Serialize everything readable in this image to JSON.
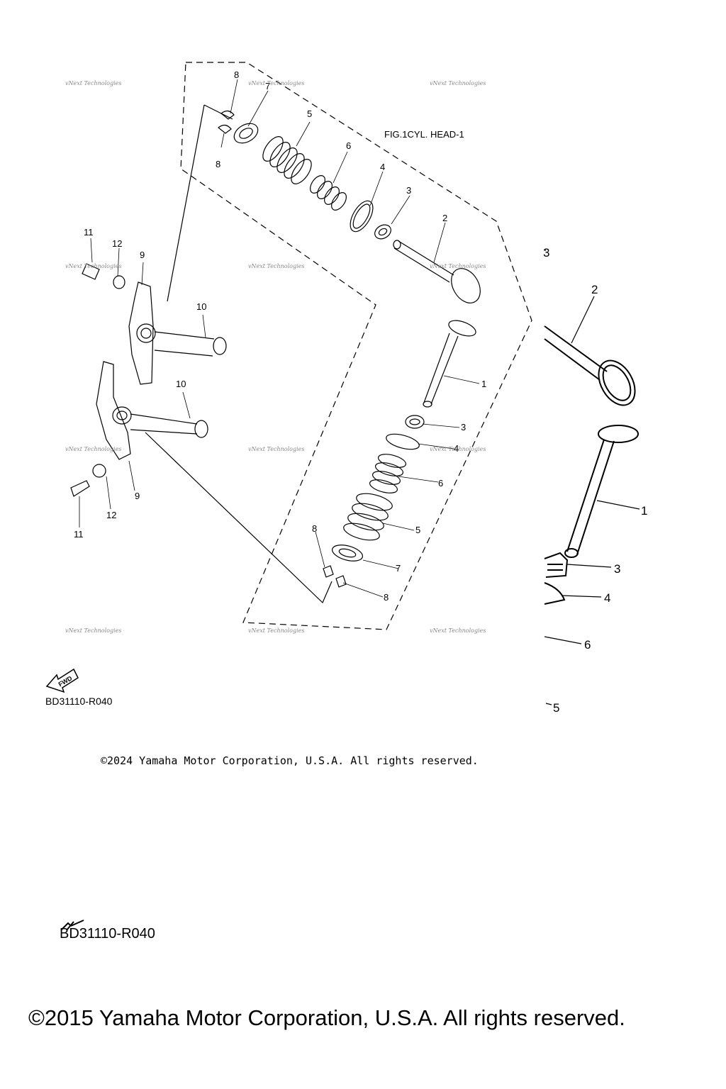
{
  "figure": {
    "fig_label": "FIG.1CYL. HEAD-1",
    "part_code": "BD31110-R040",
    "part_code_large": "BD31110-R040",
    "fwd_badge": "FWD",
    "watermark": "vNext Technologies"
  },
  "callouts": {
    "n1": "1",
    "n2": "2",
    "n3": "3",
    "n4": "4",
    "n5": "5",
    "n6": "6",
    "n7": "7",
    "n8": "8",
    "n9": "9",
    "n10": "10",
    "n11": "11",
    "n12": "12"
  },
  "copyright": {
    "inset": "©2024 Yamaha Motor Corporation, U.S.A. All rights reserved.",
    "main": "©2015 Yamaha Motor Corporation, U.S.A. All rights reserved."
  }
}
